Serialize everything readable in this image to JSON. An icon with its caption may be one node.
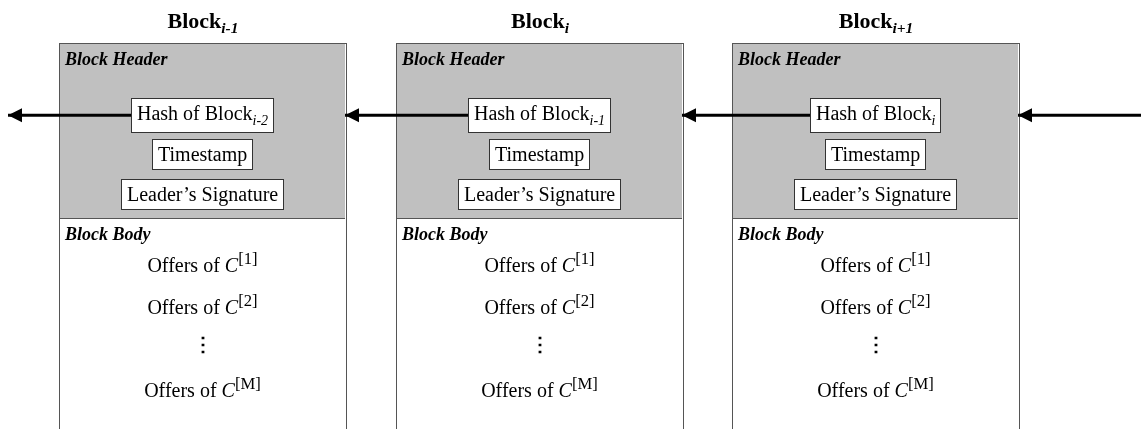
{
  "diagram": {
    "nodes": [
      {
        "text": [
          "Block$_{i-1}$"
        ]
      },
      {
        "text": [
          "Block Header"
        ],
        "in": 0
      },
      {
        "text": [
          "Hash of Block$_{i-2}$"
        ],
        "in": 1
      },
      {
        "text": [
          "Timestamp"
        ],
        "in": 1
      },
      {
        "text": [
          "Leader’s Signature"
        ],
        "in": 1
      },
      {
        "text": [
          "Block Body",
          "Offers of *C*$^{[1]}$",
          "Offers of *C*$^{[2]}$",
          "⋮",
          "Offers of *C*$^{[M]}$"
        ],
        "in": 0
      },
      {
        "text": [
          "Block$_{i}$"
        ]
      },
      {
        "text": [
          "Block Header"
        ],
        "in": 6
      },
      {
        "text": [
          "Hash of Block$_{i-1}$"
        ],
        "in": 7
      },
      {
        "text": [
          "Timestamp"
        ],
        "in": 7
      },
      {
        "text": [
          "Leader’s Signature"
        ],
        "in": 7
      },
      {
        "text": [
          "Block Body",
          "Offers of *C*$^{[1]}$",
          "Offers of *C*$^{[2]}$",
          "⋮",
          "Offers of *C*$^{[M]}$"
        ],
        "in": 6
      },
      {
        "text": [
          "Block$_{i+1}$"
        ]
      },
      {
        "text": [
          "Block Header"
        ],
        "in": 12
      },
      {
        "text": [
          "Hash of Block$_{i}$"
        ],
        "in": 13
      },
      {
        "text": [
          "Timestamp"
        ],
        "in": 13
      },
      {
        "text": [
          "Leader’s Signature"
        ],
        "in": 13
      },
      {
        "text": [
          "Block Body",
          "Offers of *C*$^{[1]}$",
          "Offers of *C*$^{[2]}$",
          "⋮",
          "Offers of *C*$^{[M]}$"
        ],
        "in": 12
      }
    ],
    "edges": [
      {
        "from": 2,
        "to": null,
        "arrow": "to"
      },
      {
        "from": 8,
        "to": 1,
        "arrow": "to"
      },
      {
        "from": 14,
        "to": 7,
        "arrow": "to"
      },
      {
        "from": null,
        "to": 13,
        "arrow": "to"
      }
    ]
  }
}
